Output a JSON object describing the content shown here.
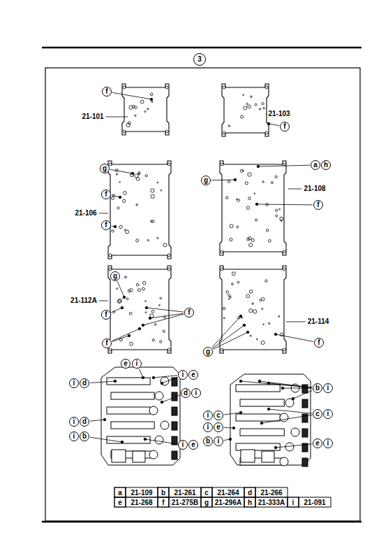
{
  "diagram": {
    "nodes": [
      {
        "text": [
          "3"
        ]
      },
      {
        "text": [
          "f"
        ]
      },
      {
        "text": [
          "f"
        ]
      },
      {
        "text": [
          "g"
        ]
      },
      {
        "text": [
          "f"
        ]
      },
      {
        "text": [
          "f"
        ]
      },
      {
        "text": [
          "a"
        ]
      },
      {
        "text": [
          "h"
        ]
      },
      {
        "text": [
          "g"
        ]
      },
      {
        "text": [
          "f"
        ]
      },
      {
        "text": [
          "g"
        ]
      },
      {
        "text": [
          "f"
        ]
      },
      {
        "text": [
          "f"
        ]
      },
      {
        "text": [
          "f"
        ]
      },
      {
        "text": [
          "f"
        ]
      },
      {
        "text": [
          "g"
        ]
      },
      {
        "text": [
          "e"
        ]
      },
      {
        "text": [
          "i"
        ]
      },
      {
        "text": [
          "i"
        ]
      },
      {
        "text": [
          "e"
        ]
      },
      {
        "text": [
          "i"
        ]
      },
      {
        "text": [
          "d"
        ]
      },
      {
        "text": [
          "d"
        ]
      },
      {
        "text": [
          "i"
        ]
      },
      {
        "text": [
          "i"
        ]
      },
      {
        "text": [
          "d"
        ]
      },
      {
        "text": [
          "i"
        ]
      },
      {
        "text": [
          "b"
        ]
      },
      {
        "text": [
          "i"
        ]
      },
      {
        "text": [
          "e"
        ]
      },
      {
        "text": [
          "b"
        ]
      },
      {
        "text": [
          "i"
        ]
      },
      {
        "text": [
          "i"
        ]
      },
      {
        "text": [
          "c"
        ]
      },
      {
        "text": [
          "c"
        ]
      },
      {
        "text": [
          "i"
        ]
      },
      {
        "text": [
          "i"
        ]
      },
      {
        "text": [
          "e"
        ]
      },
      {
        "text": [
          "b"
        ]
      },
      {
        "text": [
          "i"
        ]
      },
      {
        "text": [
          "e"
        ]
      },
      {
        "text": [
          "i"
        ]
      }
    ],
    "labels": [
      "21-101",
      "21-103",
      "21-106",
      "21-108",
      "21-112A",
      "21-114",
      "a",
      "21-109",
      "b",
      "21-261",
      "c",
      "21-264",
      "d",
      "21-266",
      "e",
      "21-268",
      "f",
      "21-275B",
      "g",
      "21-296A",
      "h",
      "21-333A",
      "i",
      "21-091"
    ]
  }
}
